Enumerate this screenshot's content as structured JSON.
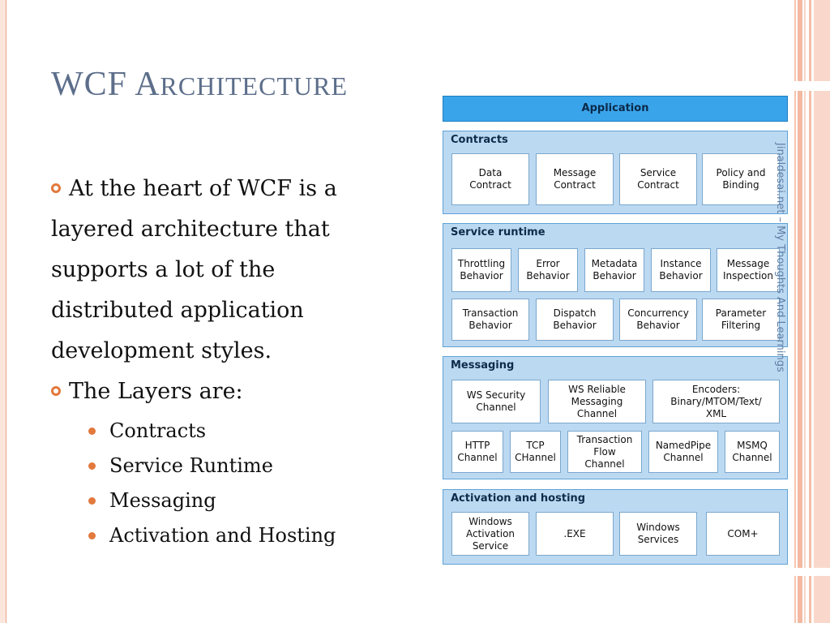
{
  "slide": {
    "title_first": "WCF",
    "title_rest_cap": "A",
    "title_rest_small": "RCHITECTURE",
    "paragraphs": [
      {
        "lines": [
          "At the heart of WCF is a",
          "layered architecture that",
          "supports a lot of the",
          "distributed application",
          "development styles."
        ]
      },
      {
        "lines": [
          "The Layers are:"
        ]
      }
    ],
    "sub_items": [
      "Contracts",
      "Service Runtime",
      "Messaging",
      "Activation and Hosting"
    ]
  },
  "diagram": {
    "application": "Application",
    "contracts": {
      "label": "Contracts",
      "items": [
        "Data\nContract",
        "Message\nContract",
        "Service\nContract",
        "Policy and\nBinding"
      ]
    },
    "service_runtime": {
      "label": "Service runtime",
      "row1": [
        "Throttling\nBehavior",
        "Error\nBehavior",
        "Metadata\nBehavior",
        "Instance\nBehavior",
        "Message\nInspection"
      ],
      "row2": [
        "Transaction\nBehavior",
        "Dispatch\nBehavior",
        "Concurrency\nBehavior",
        "Parameter\nFiltering"
      ]
    },
    "messaging": {
      "label": "Messaging",
      "row1": [
        "WS Security\nChannel",
        "WS Reliable\nMessaging\nChannel",
        "Encoders:\nBinary/MTOM/Text/\nXML"
      ],
      "row2": [
        "HTTP\nChannel",
        "TCP\nCHannel",
        "Transaction\nFlow\nChannel",
        "NamedPipe\nChannel",
        "MSMQ\nChannel"
      ]
    },
    "activation": {
      "label": "Activation and hosting",
      "items": [
        "Windows\nActivation\nService",
        ".EXE",
        "Windows\nServices",
        "COM+"
      ]
    },
    "watermark": "Jinaldesai.net – My Thoughts And Learnings"
  },
  "colors": {
    "accent": "#e2793d",
    "title": "#5c6e8a",
    "app": "#3aa4ea",
    "layer": "#bcd9f2"
  }
}
